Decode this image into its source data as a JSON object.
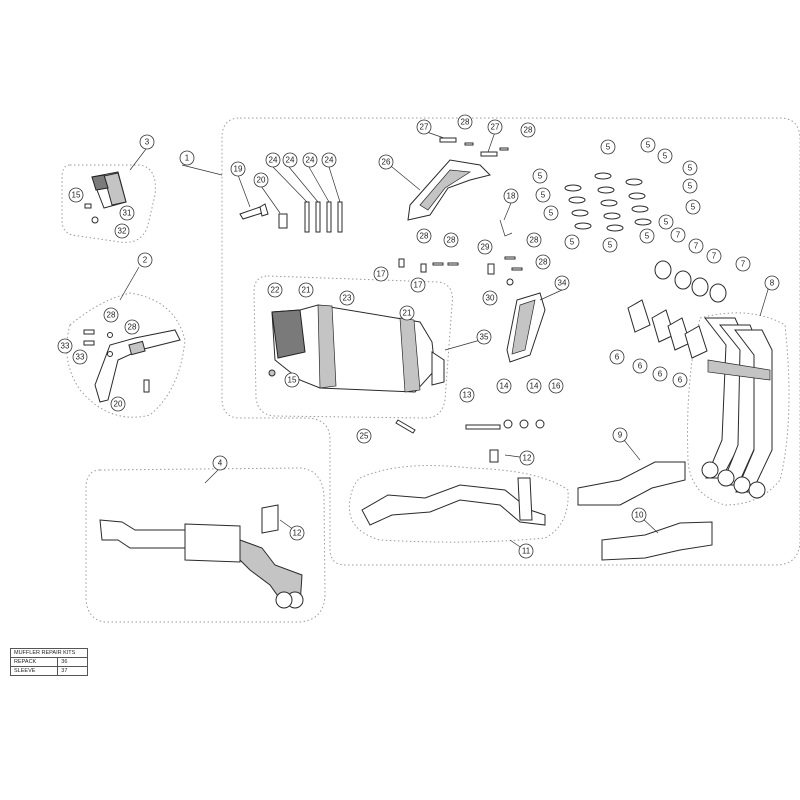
{
  "callouts": {
    "c1": "1",
    "c2": "2",
    "c3": "3",
    "c4": "4",
    "c5": "5",
    "c6": "6",
    "c7": "7",
    "c8": "8",
    "c9": "9",
    "c10": "10",
    "c11": "11",
    "c12": "12",
    "c13": "13",
    "c14": "14",
    "c15": "15",
    "c16": "16",
    "c17": "17",
    "c18": "18",
    "c19": "19",
    "c20": "20",
    "c21": "21",
    "c22": "22",
    "c23": "23",
    "c24": "24",
    "c25": "25",
    "c26": "26",
    "c27": "27",
    "c28": "28",
    "c29": "29",
    "c30": "30",
    "c31": "31",
    "c32": "32",
    "c33": "33",
    "c34": "34",
    "c35": "35"
  },
  "repair_kits": {
    "title": "MUFFLER REPAIR KITS",
    "rows": [
      {
        "name": "REPACK",
        "number": "36"
      },
      {
        "name": "SLEEVE",
        "number": "37"
      }
    ]
  },
  "colors": {
    "outline": "#9a9a9a",
    "line": "#2a2a2a"
  }
}
